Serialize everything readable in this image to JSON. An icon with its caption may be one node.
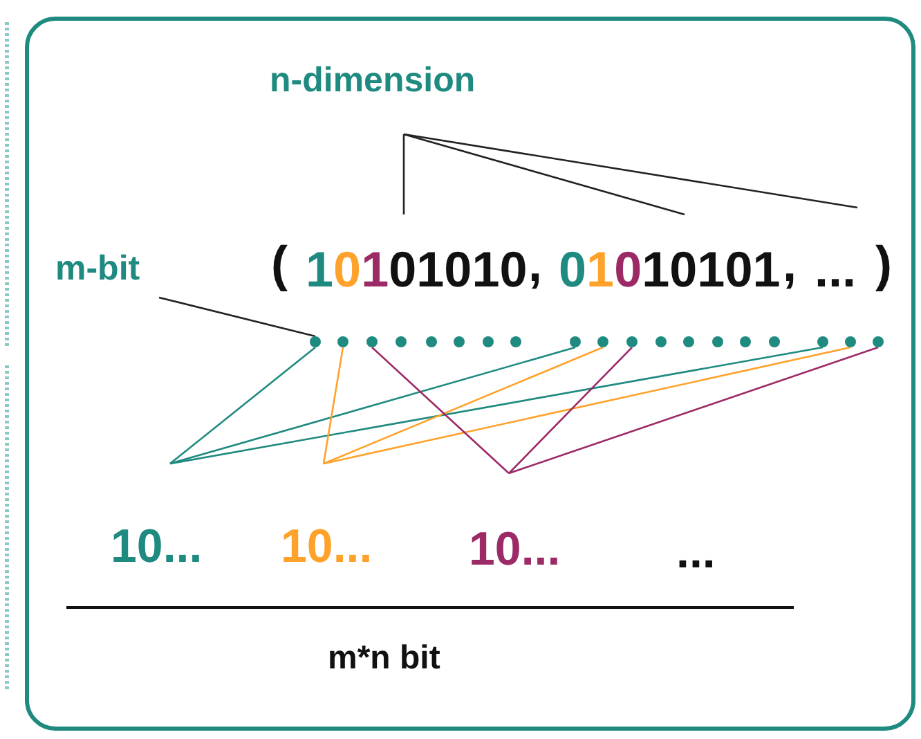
{
  "diagram": {
    "nodes": [
      {
        "text": [
          "n-dimension"
        ]
      },
      {
        "text": [
          "m-bit"
        ]
      },
      {
        "text": [
          "10101010"
        ]
      },
      {
        "text": [
          "01010101"
        ]
      },
      {
        "text": [
          "..."
        ]
      },
      {
        "text": [],
        "shape": "circle"
      },
      {
        "text": [],
        "shape": "circle"
      },
      {
        "text": [],
        "shape": "circle"
      },
      {
        "text": [],
        "shape": "circle"
      },
      {
        "text": [],
        "shape": "circle"
      },
      {
        "text": [],
        "shape": "circle"
      },
      {
        "text": [],
        "shape": "circle"
      },
      {
        "text": [],
        "shape": "circle"
      },
      {
        "text": [],
        "shape": "circle"
      },
      {
        "text": [],
        "shape": "circle"
      },
      {
        "text": [],
        "shape": "circle"
      },
      {
        "text": [],
        "shape": "circle"
      },
      {
        "text": [],
        "shape": "circle"
      },
      {
        "text": [],
        "shape": "circle"
      },
      {
        "text": [],
        "shape": "circle"
      },
      {
        "text": [],
        "shape": "circle"
      },
      {
        "text": [],
        "shape": "circle"
      },
      {
        "text": [],
        "shape": "circle"
      },
      {
        "text": [],
        "shape": "circle"
      },
      {
        "text": [
          "10..."
        ]
      },
      {
        "text": [
          "10..."
        ]
      },
      {
        "text": [
          "10..."
        ]
      },
      {
        "text": [
          "..."
        ]
      }
    ],
    "edges": [
      {
        "from": 0,
        "to": 2,
        "arrow": "none"
      },
      {
        "from": 0,
        "to": 3,
        "arrow": "none"
      },
      {
        "from": 0,
        "to": 4,
        "arrow": "none"
      },
      {
        "from": 1,
        "to": 5,
        "arrow": "none"
      },
      {
        "from": 5,
        "to": 24,
        "arrow": "none",
        "color": "#1f8a80"
      },
      {
        "from": 13,
        "to": 24,
        "arrow": "none",
        "color": "#1f8a80"
      },
      {
        "from": 21,
        "to": 24,
        "arrow": "none",
        "color": "#1f8a80"
      },
      {
        "from": 6,
        "to": 25,
        "arrow": "none",
        "color": "#ffa22b"
      },
      {
        "from": 14,
        "to": 25,
        "arrow": "none",
        "color": "#ffa22b"
      },
      {
        "from": 22,
        "to": 25,
        "arrow": "none",
        "color": "#ffa22b"
      },
      {
        "from": 7,
        "to": 26,
        "arrow": "none",
        "color": "#9c2a66"
      },
      {
        "from": 15,
        "to": 26,
        "arrow": "none",
        "color": "#9c2a66"
      },
      {
        "from": 23,
        "to": 26,
        "arrow": "none",
        "color": "#9c2a66"
      }
    ],
    "labels": [
      "(",
      ",",
      ",",
      ")",
      "m*n bit"
    ]
  }
}
